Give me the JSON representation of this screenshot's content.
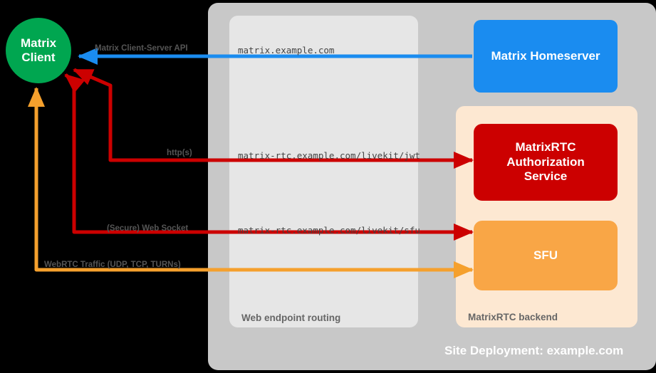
{
  "diagram": {
    "title": "Site Deployment: example.com",
    "site_caption": "Site Deployment: example.com",
    "panels": {
      "site": {
        "caption": "Site Deployment: example.com",
        "color": "#c8c8c8"
      },
      "routing": {
        "caption": "Web endpoint routing",
        "color": "#e6e6e6"
      },
      "backend": {
        "caption": "MatrixRTC backend",
        "color": "#fde8d2"
      }
    },
    "nodes": {
      "client": {
        "label": "Matrix\nClient",
        "line1": "Matrix",
        "line2": "Client",
        "color": "#00a650",
        "shape": "circle"
      },
      "homeserver": {
        "label": "Matrix Homeserver",
        "color": "#1a8cf0",
        "shape": "rounded-rect"
      },
      "auth": {
        "line1": "MatrixRTC",
        "line2": "Authorization",
        "line3": "Service",
        "color": "#cc0000",
        "shape": "rounded-rect"
      },
      "sfu": {
        "label": "SFU",
        "color": "#f9a646",
        "shape": "rounded-rect"
      }
    },
    "edges": [
      {
        "id": "matrix-client-server-api",
        "label": "Matrix Client-Server API",
        "endpoint": "matrix.example.com",
        "color": "#1a8cf0",
        "from": "Matrix Homeserver",
        "to": "Matrix Client",
        "direction": "leftward"
      },
      {
        "id": "https-jwt",
        "label": "http(s)",
        "endpoint": "matrix-rtc.example.com/livekit/jwt",
        "color": "#cc0000",
        "from": "Matrix Client",
        "to": "MatrixRTC Authorization Service",
        "direction": "bidirectional"
      },
      {
        "id": "secure-websocket-sfu",
        "label": "(Secure) Web Socket",
        "endpoint": "matrix-rtc.example.com/livekit/sfu",
        "color": "#cc0000",
        "from": "Matrix Client",
        "to": "SFU",
        "direction": "bidirectional"
      },
      {
        "id": "webrtc-traffic",
        "label": "WebRTC Traffic (UDP, TCP, TURNs)",
        "endpoint": "",
        "color": "#f5a02d",
        "from": "Matrix Client",
        "to": "SFU",
        "direction": "bidirectional"
      }
    ]
  }
}
